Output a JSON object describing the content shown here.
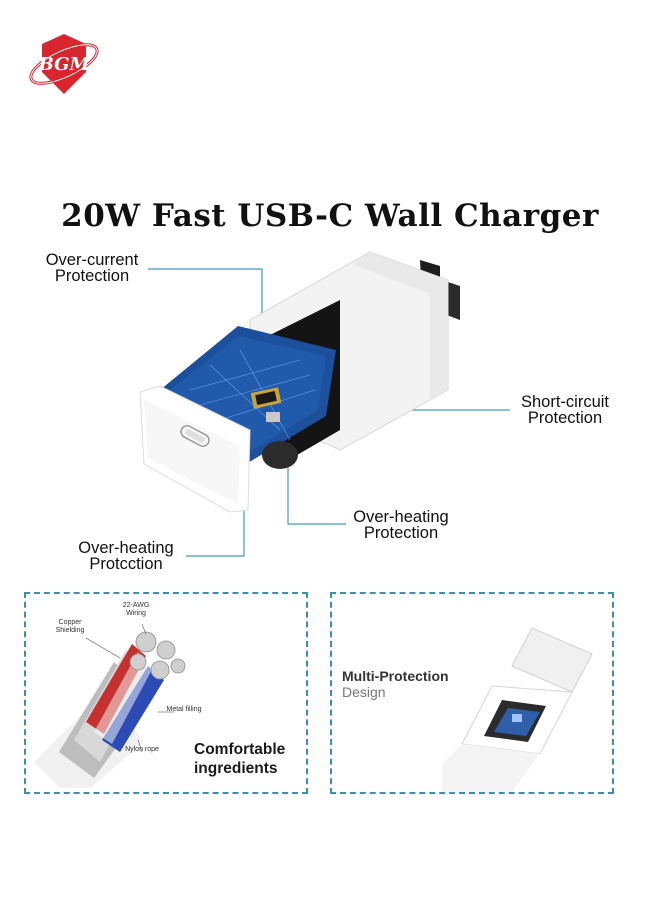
{
  "brand": {
    "logo_text": "BGM",
    "color": "#d7262e"
  },
  "title": "20W Fast USB-C Wall Charger",
  "callouts": {
    "over_current": [
      "Over-current",
      "Protection"
    ],
    "short_circuit": [
      "Short-circuit",
      "Protection"
    ],
    "over_heating_right": [
      "Over-heating",
      "Protection"
    ],
    "over_heating_left": [
      "Over-heating",
      "Protcction"
    ]
  },
  "panels": {
    "left": {
      "cable_labels": {
        "copper": [
          "Copper",
          "Shielding"
        ],
        "awg": [
          "22-AWG",
          "Wiring"
        ],
        "metal": "Metal filling",
        "nylon": "Nylon rope"
      },
      "feature": [
        "Comfortable",
        "ingredients"
      ]
    },
    "right": {
      "heading": "Multi-Protection",
      "subheading": "Design"
    }
  },
  "colors": {
    "line": "#3d9cbf",
    "pcb": "#1c4f9c",
    "panel_border": "#3d8fb0"
  }
}
